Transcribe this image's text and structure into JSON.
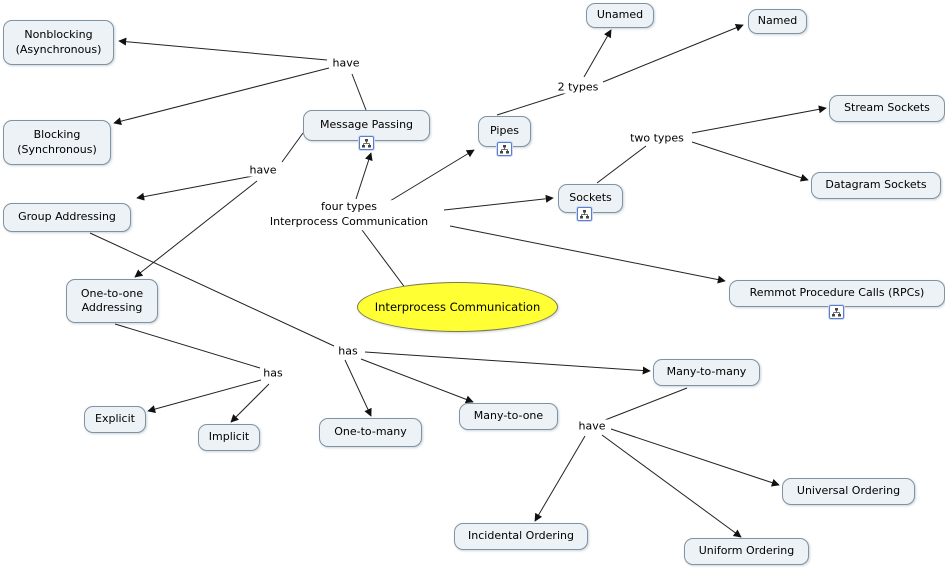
{
  "app": {
    "type": "concept-map",
    "topic": "Interprocess Communication"
  },
  "colors": {
    "background": "#ffffff",
    "concept_fill": "#edf2f6",
    "concept_border": "#7e93a4",
    "center_fill": "#ffff33",
    "line": "#222222"
  },
  "center": {
    "label": "Interprocess Communication"
  },
  "nodes": {
    "nonblocking": "Nonblocking (Asynchronous)",
    "blocking": "Blocking (Synchronous)",
    "group_addressing": "Group Addressing",
    "one_to_one_addressing": "One-to-one Addressing",
    "message_passing": "Message Passing",
    "pipes": "Pipes",
    "unamed": "Unamed",
    "named": "Named",
    "stream_sockets": "Stream Sockets",
    "datagram_sockets": "Datagram Sockets",
    "sockets": "Sockets",
    "rpcs": "Remmot Procedure Calls (RPCs)",
    "explicit": "Explicit",
    "implicit": "Implicit",
    "one_to_many": "One-to-many",
    "many_to_one": "Many-to-one",
    "many_to_many": "Many-to-many",
    "universal_ordering": "Universal Ordering",
    "uniform_ordering": "Uniform Ordering",
    "incidental_ordering": "Incidental Ordering"
  },
  "links": {
    "have_top": "have",
    "pipes_types": "2 types",
    "sockets_types": "two types",
    "four_types_line1": "four types",
    "four_types_line2": "Interprocess Communication",
    "have_addressing": "have",
    "has_group": "has",
    "has_one_to_one": "has",
    "have_ordering": "have"
  },
  "edges": [
    {
      "from": "Interprocess Communication",
      "label": "four types",
      "to": [
        "Message Passing",
        "Pipes",
        "Sockets",
        "Remmot Procedure Calls (RPCs)"
      ]
    },
    {
      "from": "Message Passing",
      "label": "have",
      "to": [
        "Nonblocking (Asynchronous)",
        "Blocking (Synchronous)"
      ]
    },
    {
      "from": "Message Passing",
      "label": "have",
      "to": [
        "Group Addressing",
        "One-to-one Addressing"
      ]
    },
    {
      "from": "Pipes",
      "label": "2 types",
      "to": [
        "Unamed",
        "Named"
      ]
    },
    {
      "from": "Sockets",
      "label": "two types",
      "to": [
        "Stream Sockets",
        "Datagram Sockets"
      ]
    },
    {
      "from": "One-to-one Addressing",
      "label": "has",
      "to": [
        "Explicit",
        "Implicit"
      ]
    },
    {
      "from": "Group Addressing",
      "label": "has",
      "to": [
        "One-to-many",
        "Many-to-one",
        "Many-to-many"
      ]
    },
    {
      "from": "Many-to-many",
      "label": "have",
      "to": [
        "Incidental Ordering",
        "Uniform Ordering",
        "Universal Ordering"
      ]
    }
  ]
}
